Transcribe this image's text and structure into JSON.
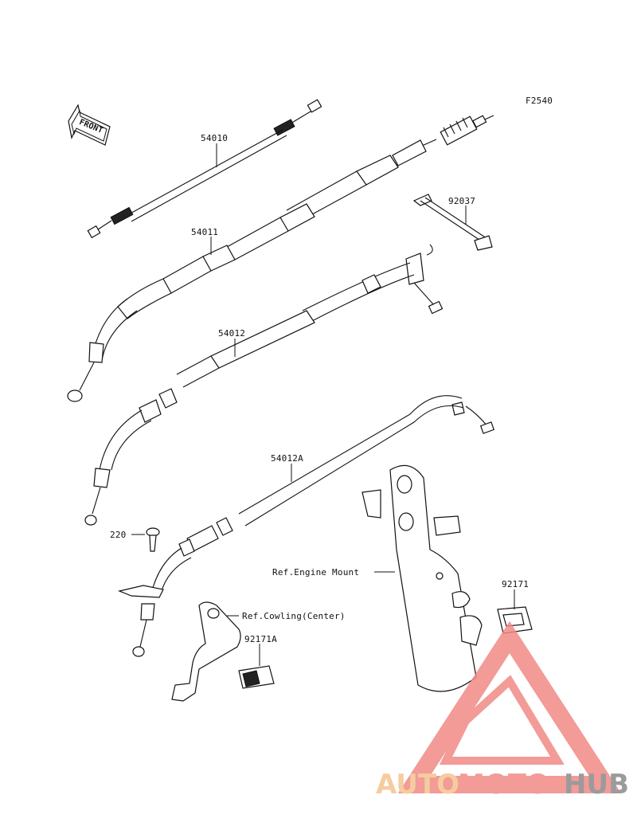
{
  "diagram": {
    "figure_code": "F2540",
    "front_arrow_label": "FRONT",
    "parts": [
      {
        "number": "54010"
      },
      {
        "number": "54011"
      },
      {
        "number": "54012"
      },
      {
        "number": "54012A"
      },
      {
        "number": "92037"
      },
      {
        "number": "220"
      },
      {
        "number": "92171"
      },
      {
        "number": "92171A"
      }
    ],
    "references": [
      {
        "label": "Ref.Engine Mount"
      },
      {
        "label": "Ref.Cowling(Center)"
      }
    ]
  },
  "watermark": {
    "brand_auto": "AUTO",
    "brand_moto": "MOTO",
    "brand_hub": "HUB",
    "colors": {
      "triangle": "#f08a86",
      "auto": "#f5c48f",
      "moto": "#f08a86",
      "hub": "#8a8a8a"
    }
  }
}
